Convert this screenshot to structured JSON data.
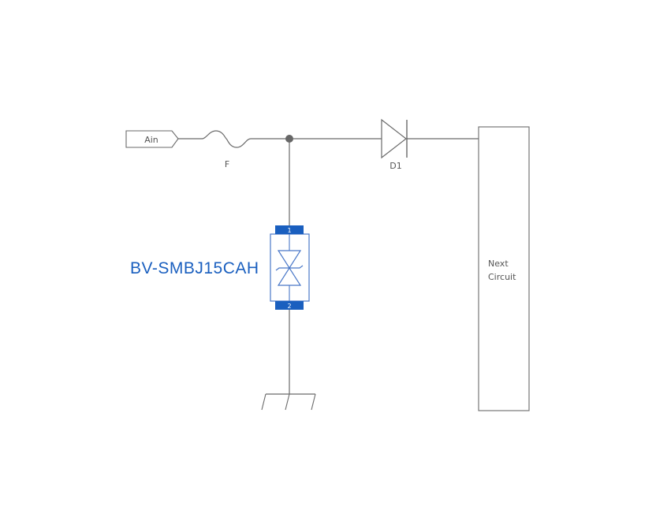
{
  "input_port": {
    "label": "Ain"
  },
  "fuse": {
    "label": "F"
  },
  "diode": {
    "label": "D1"
  },
  "tvs": {
    "part_number": "BV-SMBJ15CAH",
    "pin1": "1",
    "pin2": "2"
  },
  "next_circuit": {
    "line1": "Next",
    "line2": "Circuit"
  },
  "colors": {
    "wire": "#6a6a6a",
    "accent_blue": "#1a5fbf",
    "tvs_outline": "#4a78c8",
    "junction": "#666666"
  },
  "icons": [
    "input-port-icon",
    "fuse-icon",
    "junction-dot-icon",
    "diode-icon",
    "tvs-diode-icon",
    "ground-icon"
  ]
}
